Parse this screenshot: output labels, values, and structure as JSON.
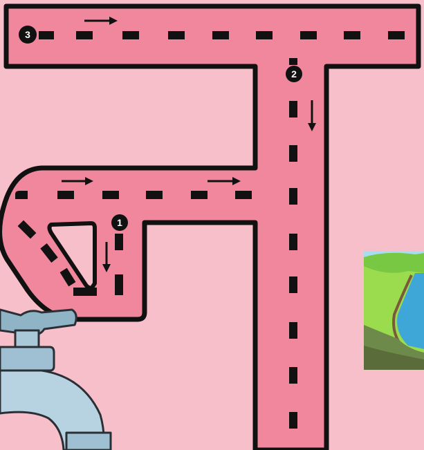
{
  "colors": {
    "background": "#F7BFC9",
    "road": "#F0879C",
    "outline": "#111111",
    "dash": "#111111",
    "step_circle": "#111111",
    "step_text": "#FFFFFF"
  },
  "steps": [
    {
      "number": "1",
      "direction": "down"
    },
    {
      "number": "2",
      "direction": "down"
    },
    {
      "number": "3",
      "direction": "right"
    }
  ],
  "images": {
    "faucet": "water-faucet-icon",
    "landscape": "grassy-riverbank-picture"
  }
}
